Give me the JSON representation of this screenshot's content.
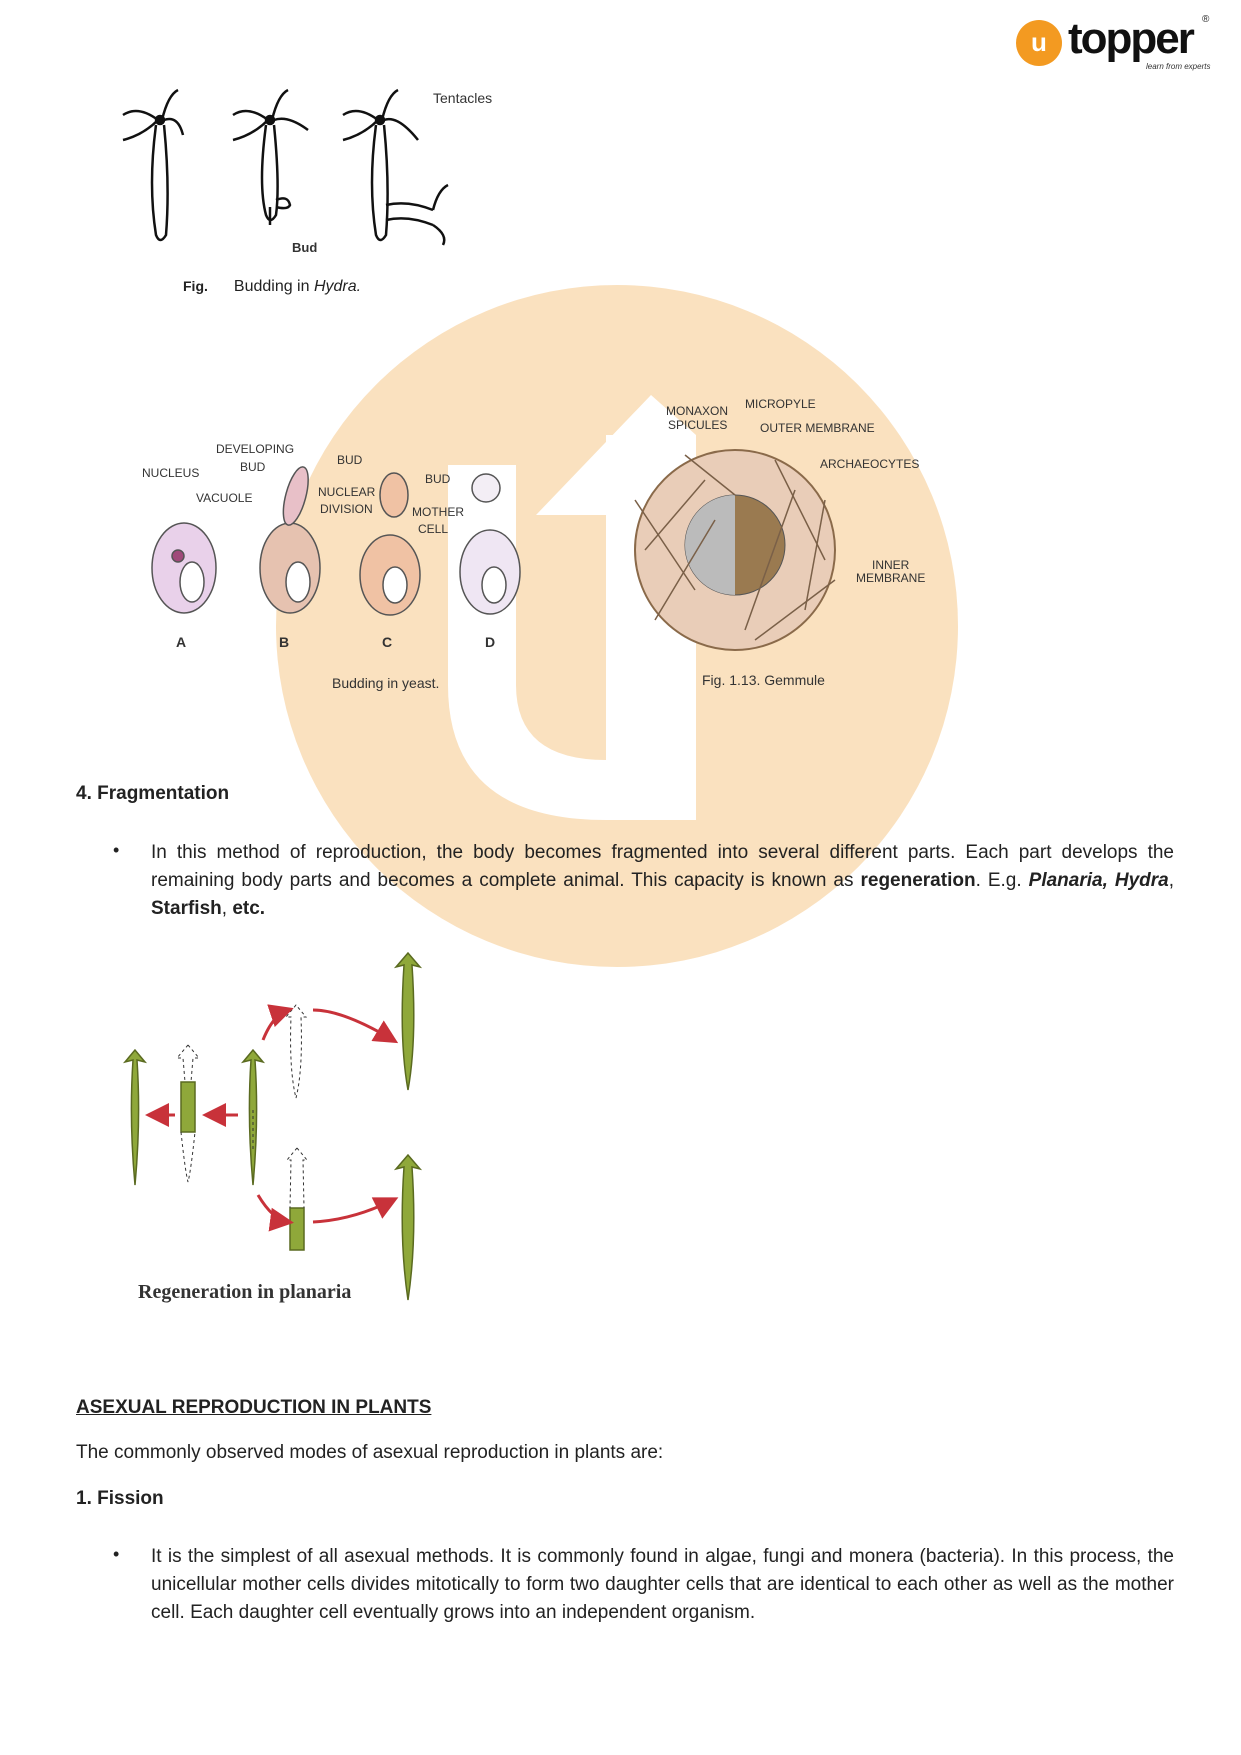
{
  "logo": {
    "brand": "topper",
    "mark": "u",
    "tagline": "learn from experts",
    "registered": "®"
  },
  "hydra_figure": {
    "label_tentacles": "Tentacles",
    "label_bud": "Bud",
    "caption_prefix": "Fig.",
    "caption_text": "Budding in ",
    "caption_italic": "Hydra."
  },
  "yeast_figure": {
    "labels": {
      "nucleus": "NUCLEUS",
      "vacuole": "VACUOLE",
      "developing": "DEVELOPING",
      "bud1": "BUD",
      "bud2": "BUD",
      "nuclear": "NUCLEAR",
      "division": "DIVISION",
      "bud3": "BUD",
      "mother": "MOTHER",
      "cell": "CELL"
    },
    "stages": [
      "A",
      "B",
      "C",
      "D"
    ],
    "caption": "Budding in yeast."
  },
  "gemmule_figure": {
    "labels": {
      "monaxon": "MONAXON",
      "spicules": "SPICULES",
      "micropyle": "MICROPYLE",
      "outer": "OUTER MEMBRANE",
      "archaeocytes": "ARCHAEOCYTES",
      "inner": "INNER",
      "membrane": "MEMBRANE"
    },
    "caption": "Fig. 1.13. Gemmule"
  },
  "fragmentation": {
    "heading": "4. Fragmentation",
    "text_1": "In this method of reproduction, the body becomes fragmented into several different parts. Each part develops the remaining body parts and becomes a complete animal. This capacity is known as ",
    "bold_1": "regeneration",
    "text_2": ". E.g. ",
    "italic_1": "Planaria, Hydra",
    "text_3": ", ",
    "bold_2": "Starfish",
    "text_4": ", ",
    "bold_3": "etc."
  },
  "planaria_figure": {
    "caption": "Regeneration in planaria"
  },
  "plants": {
    "heading": "ASEXUAL REPRODUCTION IN PLANTS",
    "intro": "The commonly observed modes of asexual reproduction in plants are:",
    "fission_heading": "1. Fission",
    "fission_text": "It is the simplest of all asexual methods. It is commonly found in algae, fungi and monera (bacteria). In this process, the unicellular mother cells divides mitotically to form two daughter cells that are identical to each other as well as the mother cell. Each daughter cell eventually grows into an independent organism."
  },
  "colors": {
    "brand": "#f39a21",
    "watermark": "#f9dcb4",
    "planaria": "#8fa83a",
    "arrow": "#c8323a"
  }
}
